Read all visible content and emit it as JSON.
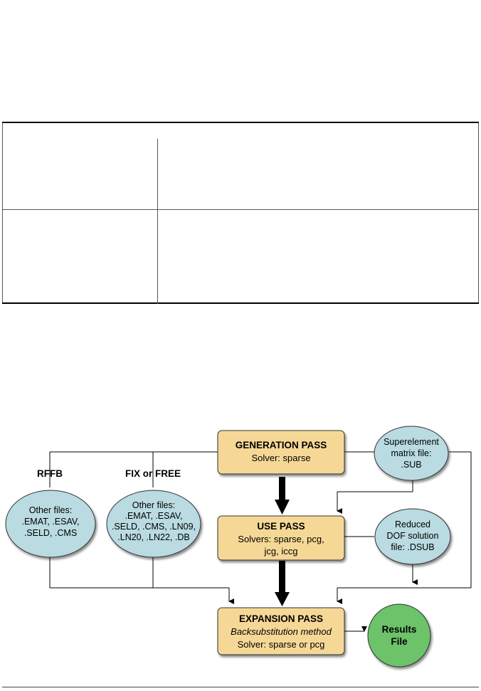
{
  "table": {
    "rows": [
      {
        "col1": "",
        "col2": ""
      },
      {
        "col1": "",
        "col2": ""
      }
    ]
  },
  "diagram": {
    "generation": {
      "title": "GENERATION PASS",
      "line1": "Solver: sparse"
    },
    "use": {
      "title": "USE PASS",
      "line1": "Solvers: sparse, pcg,",
      "line2": "jcg, iccg"
    },
    "expansion": {
      "title": "EXPANSION PASS",
      "line1": "Backsubstitution method",
      "line2": "Solver: sparse or pcg"
    },
    "superelement": {
      "line1": "Superelement",
      "line2": "matrix file:",
      "line3": ".SUB"
    },
    "reduced": {
      "line1": "Reduced",
      "line2": "DOF solution",
      "line3": "file: .DSUB"
    },
    "results": {
      "line1": "Results",
      "line2": "File"
    },
    "rffb": {
      "label": "RFFB",
      "line1": "Other files:",
      "line2": ".EMAT, .ESAV,",
      "line3": ".SELD, .CMS"
    },
    "fixfree": {
      "label": "FIX or FREE",
      "line1": "Other files:",
      "line2": ".EMAT, .ESAV,",
      "line3": ".SELD, .CMS, .LN09,",
      "line4": ".LN20, .LN22, .DB"
    },
    "colors": {
      "box": "#f6d896",
      "ellipse": "#b9dbe1",
      "results": "#6cc36a",
      "stroke": "#333333"
    }
  }
}
